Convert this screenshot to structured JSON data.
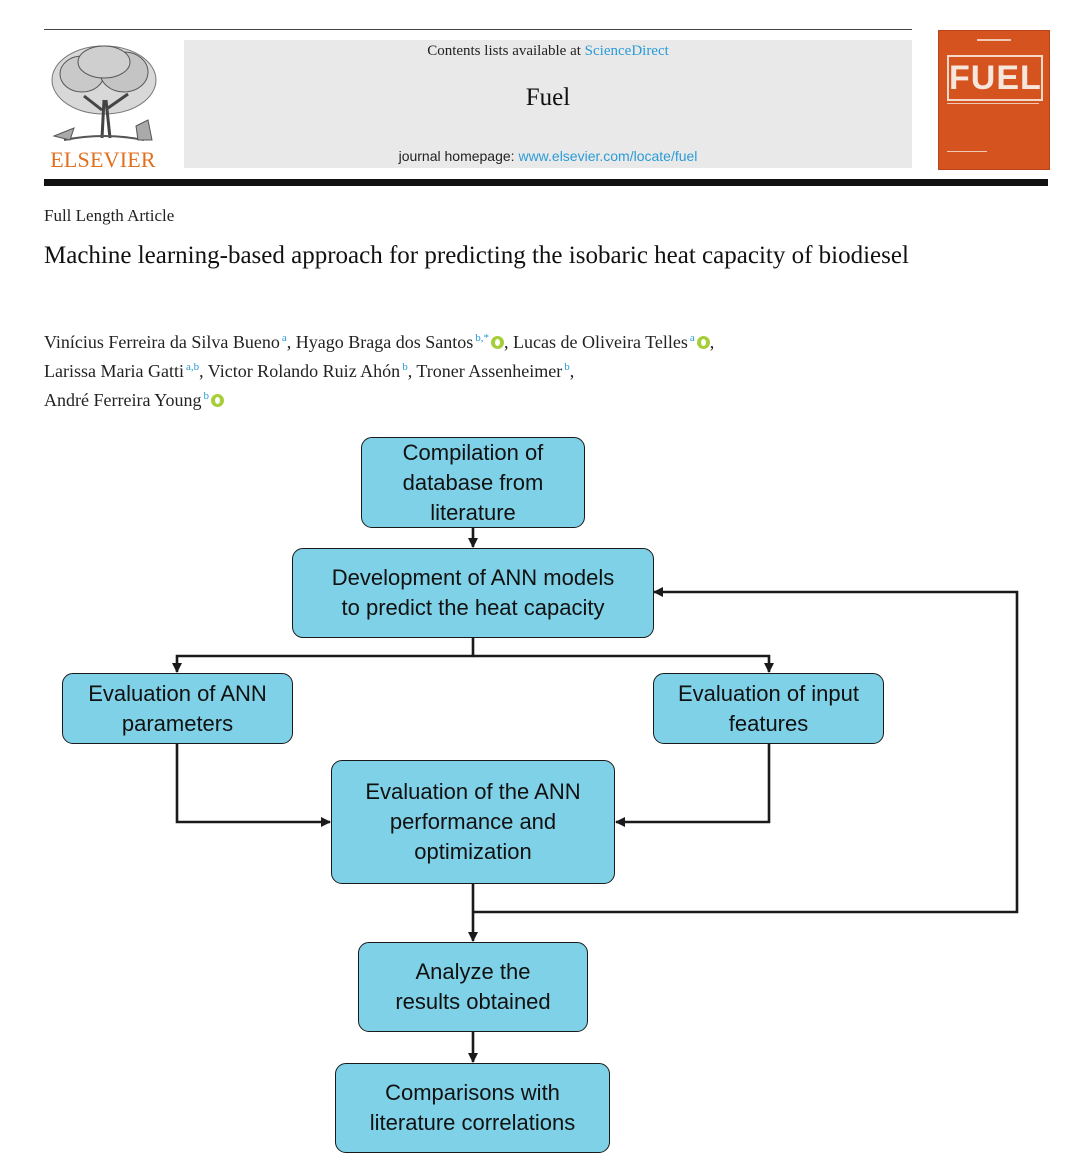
{
  "header": {
    "publisher_wordmark": "ELSEVIER",
    "contents_prefix": "Contents lists available at ",
    "contents_link": "ScienceDirect",
    "journal_name": "Fuel",
    "homepage_prefix": "journal homepage: ",
    "homepage_url": "www.elsevier.com/locate/fuel",
    "cover_title": "FUEL"
  },
  "article": {
    "type": "Full Length Article",
    "title": "Machine learning-based approach for predicting the isobaric heat capacity of biodiesel",
    "authors": [
      {
        "name": "Vinícius Ferreira da Silva Bueno",
        "affil": "a",
        "orcid": false
      },
      {
        "name": "Hyago Braga dos Santos",
        "affil": "b,*",
        "orcid": true
      },
      {
        "name": "Lucas de Oliveira Telles",
        "affil": "a",
        "orcid": true
      },
      {
        "name": "Larissa Maria Gatti",
        "affil": "a,b",
        "orcid": false
      },
      {
        "name": "Victor Rolando Ruiz Ahón",
        "affil": "b",
        "orcid": false
      },
      {
        "name": "Troner Assenheimer",
        "affil": "b",
        "orcid": false
      },
      {
        "name": "André Ferreira Young",
        "affil": "b",
        "orcid": true
      }
    ]
  },
  "flowchart": {
    "nodes": {
      "compile": "Compilation of\ndatabase from\nliterature",
      "develop": "Development of ANN models\nto predict the heat capacity",
      "eval_params": "Evaluation of ANN\nparameters",
      "eval_features": "Evaluation of input\nfeatures",
      "eval_perf": "Evaluation of the ANN\nperformance and\noptimization",
      "analyze": "Analyze the\nresults obtained",
      "compare": "Comparisons with\nliterature correlations"
    },
    "colors": {
      "node_fill": "#7fd1e7",
      "line": "#1a1a1a"
    }
  }
}
